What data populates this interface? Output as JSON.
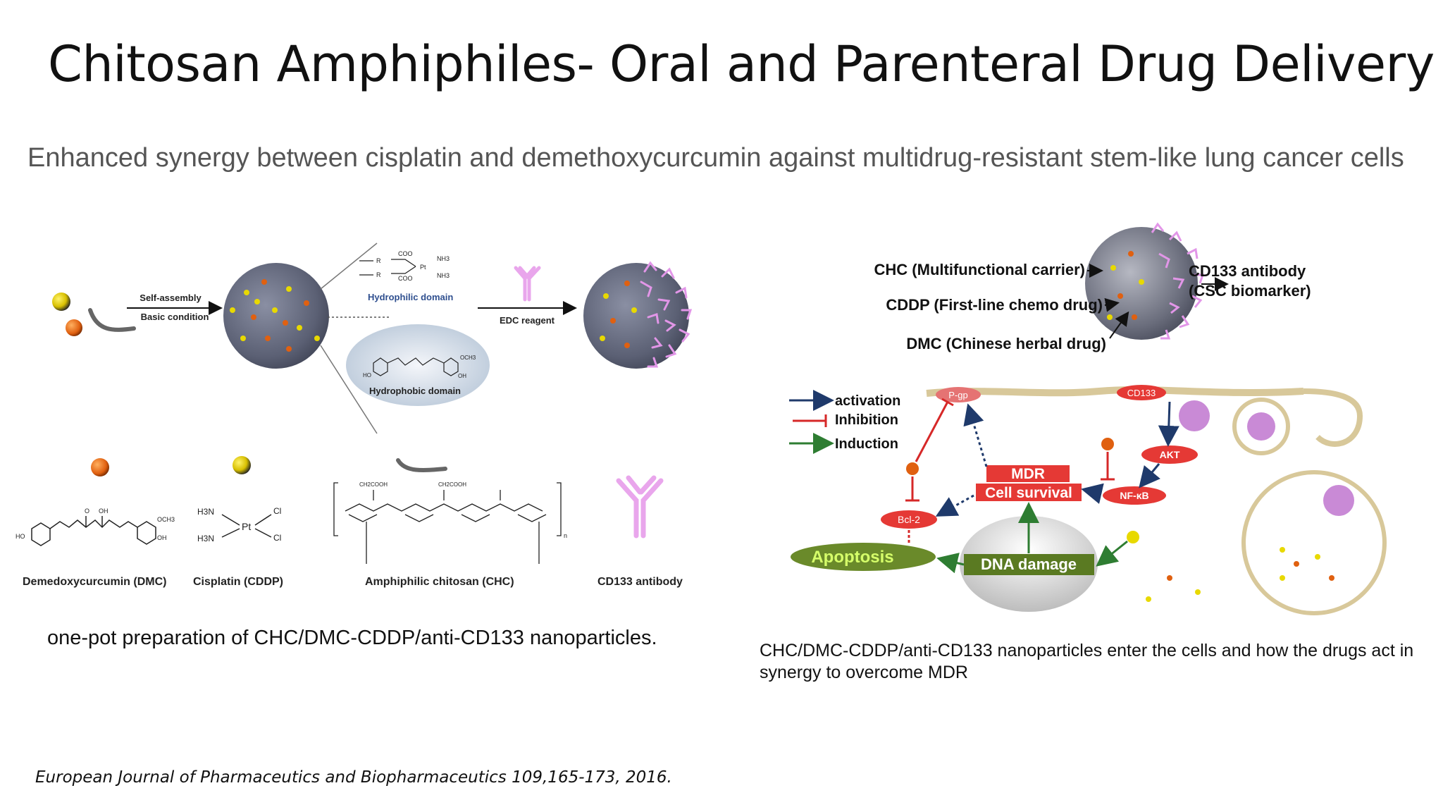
{
  "title": "Chitosan Amphiphiles- Oral and Parenteral Drug Delivery",
  "subtitle": "Enhanced synergy between cisplatin and demethoxycurcumin against multidrug-resistant stem-like lung cancer cells",
  "left_figure": {
    "step1_top": "Self-assembly",
    "step1_bottom": "Basic condition",
    "hydrophilic": "Hydrophilic domain",
    "hydrophobic": "Hydrophobic domain",
    "edc": "EDC reagent",
    "labels": {
      "dmc": "Demedoxycurcumin (DMC)",
      "cddp": "Cisplatin (CDDP)",
      "chc": "Amphiphilic chitosan (CHC)",
      "ab": "CD133 antibody"
    },
    "chem": {
      "pt": "Pt",
      "cl": "Cl",
      "h3n": "H3N",
      "ho": "HO",
      "oh": "OH",
      "och3": "OCH3",
      "o": "O",
      "r": "R",
      "coo": "COO",
      "nh3": "NH3",
      "ch2cooh": "CH2COOH",
      "n": "n"
    }
  },
  "left_caption": "one-pot preparation of CHC/DMC-CDDP/anti-CD133 nanoparticles.",
  "right_figure": {
    "chc": "CHC (Multifunctional carrier)",
    "cddp": "CDDP (First-line chemo drug)",
    "dmc": "DMC (Chinese herbal drug)",
    "cd133_line1": "CD133 antibody",
    "cd133_line2": "(CSC biomarker)",
    "legend": {
      "activation": "activation",
      "inhibition": "Inhibition",
      "induction": "Induction"
    },
    "nodes": {
      "pgp": "P-gp",
      "cd133": "CD133",
      "akt": "AKT",
      "nfkb": "NF-κB",
      "mdr": "MDR",
      "survival": "Cell survival",
      "bcl2": "Bcl-2",
      "apoptosis": "Apoptosis",
      "dna": "DNA damage"
    },
    "colors": {
      "activation": "#1f3a6b",
      "inhibition": "#d62828",
      "induction": "#2e7d32",
      "node": "#e53935"
    }
  },
  "right_caption": "CHC/DMC-CDDP/anti-CD133 nanoparticles enter the cells and how the drugs act in synergy to overcome MDR",
  "citation": "European Journal of Pharmaceutics and Biopharmaceutics 109,165-173, 2016."
}
